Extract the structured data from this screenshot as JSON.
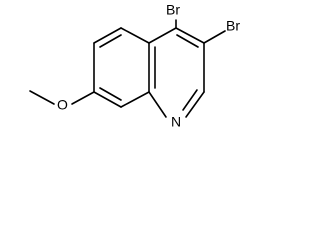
{
  "molecule": {
    "atoms": {
      "br_top": "Br",
      "br_right": "Br",
      "nitrogen": "N",
      "oxygen": "O"
    }
  },
  "colors": {
    "bond": "#000000",
    "label": "#000000",
    "background": "#ffffff"
  }
}
